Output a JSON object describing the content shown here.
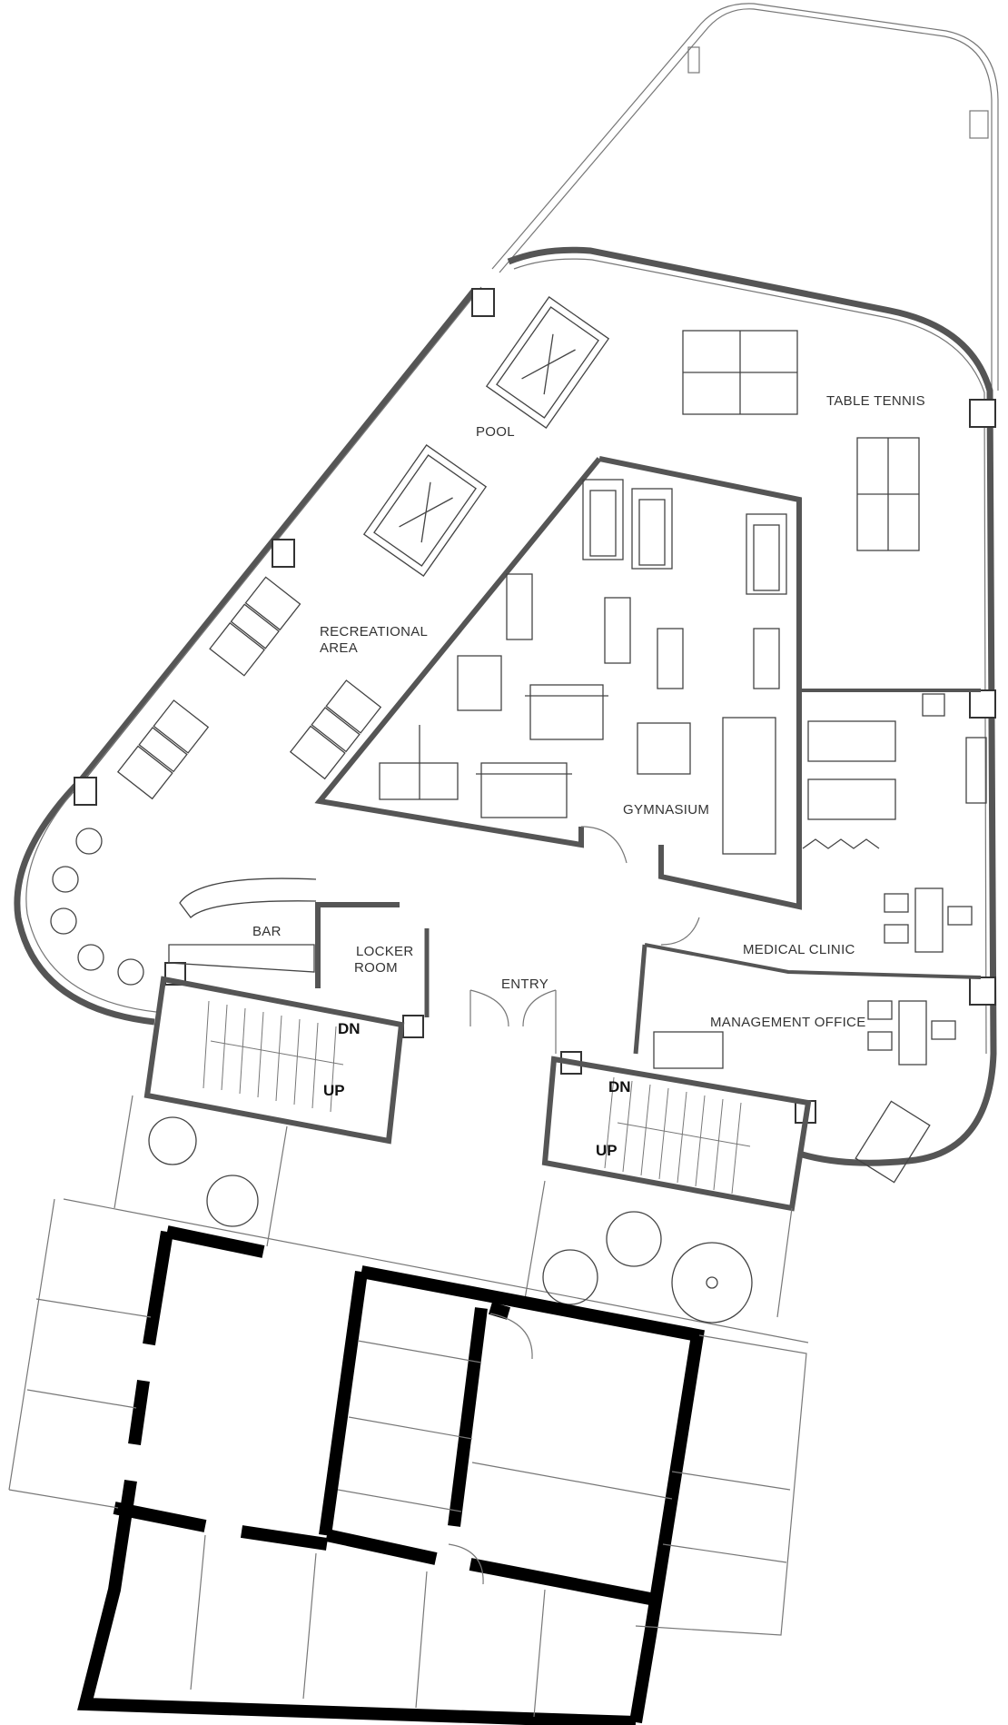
{
  "floor_plan": {
    "rooms": {
      "table_tennis": "TABLE TENNIS",
      "pool": "POOL",
      "recreational_area": [
        "RECREATIONAL",
        "AREA"
      ],
      "gymnasium": "GYMNASIUM",
      "medical_clinic": "MEDICAL CLINIC",
      "bar": "BAR",
      "locker_room": [
        "LOCKER",
        "ROOM"
      ],
      "entry": "ENTRY",
      "management_office": "MANAGEMENT OFFICE"
    },
    "stairs": {
      "left_down": "DN",
      "left_up": "UP",
      "right_down": "DN",
      "right_up": "UP"
    }
  }
}
